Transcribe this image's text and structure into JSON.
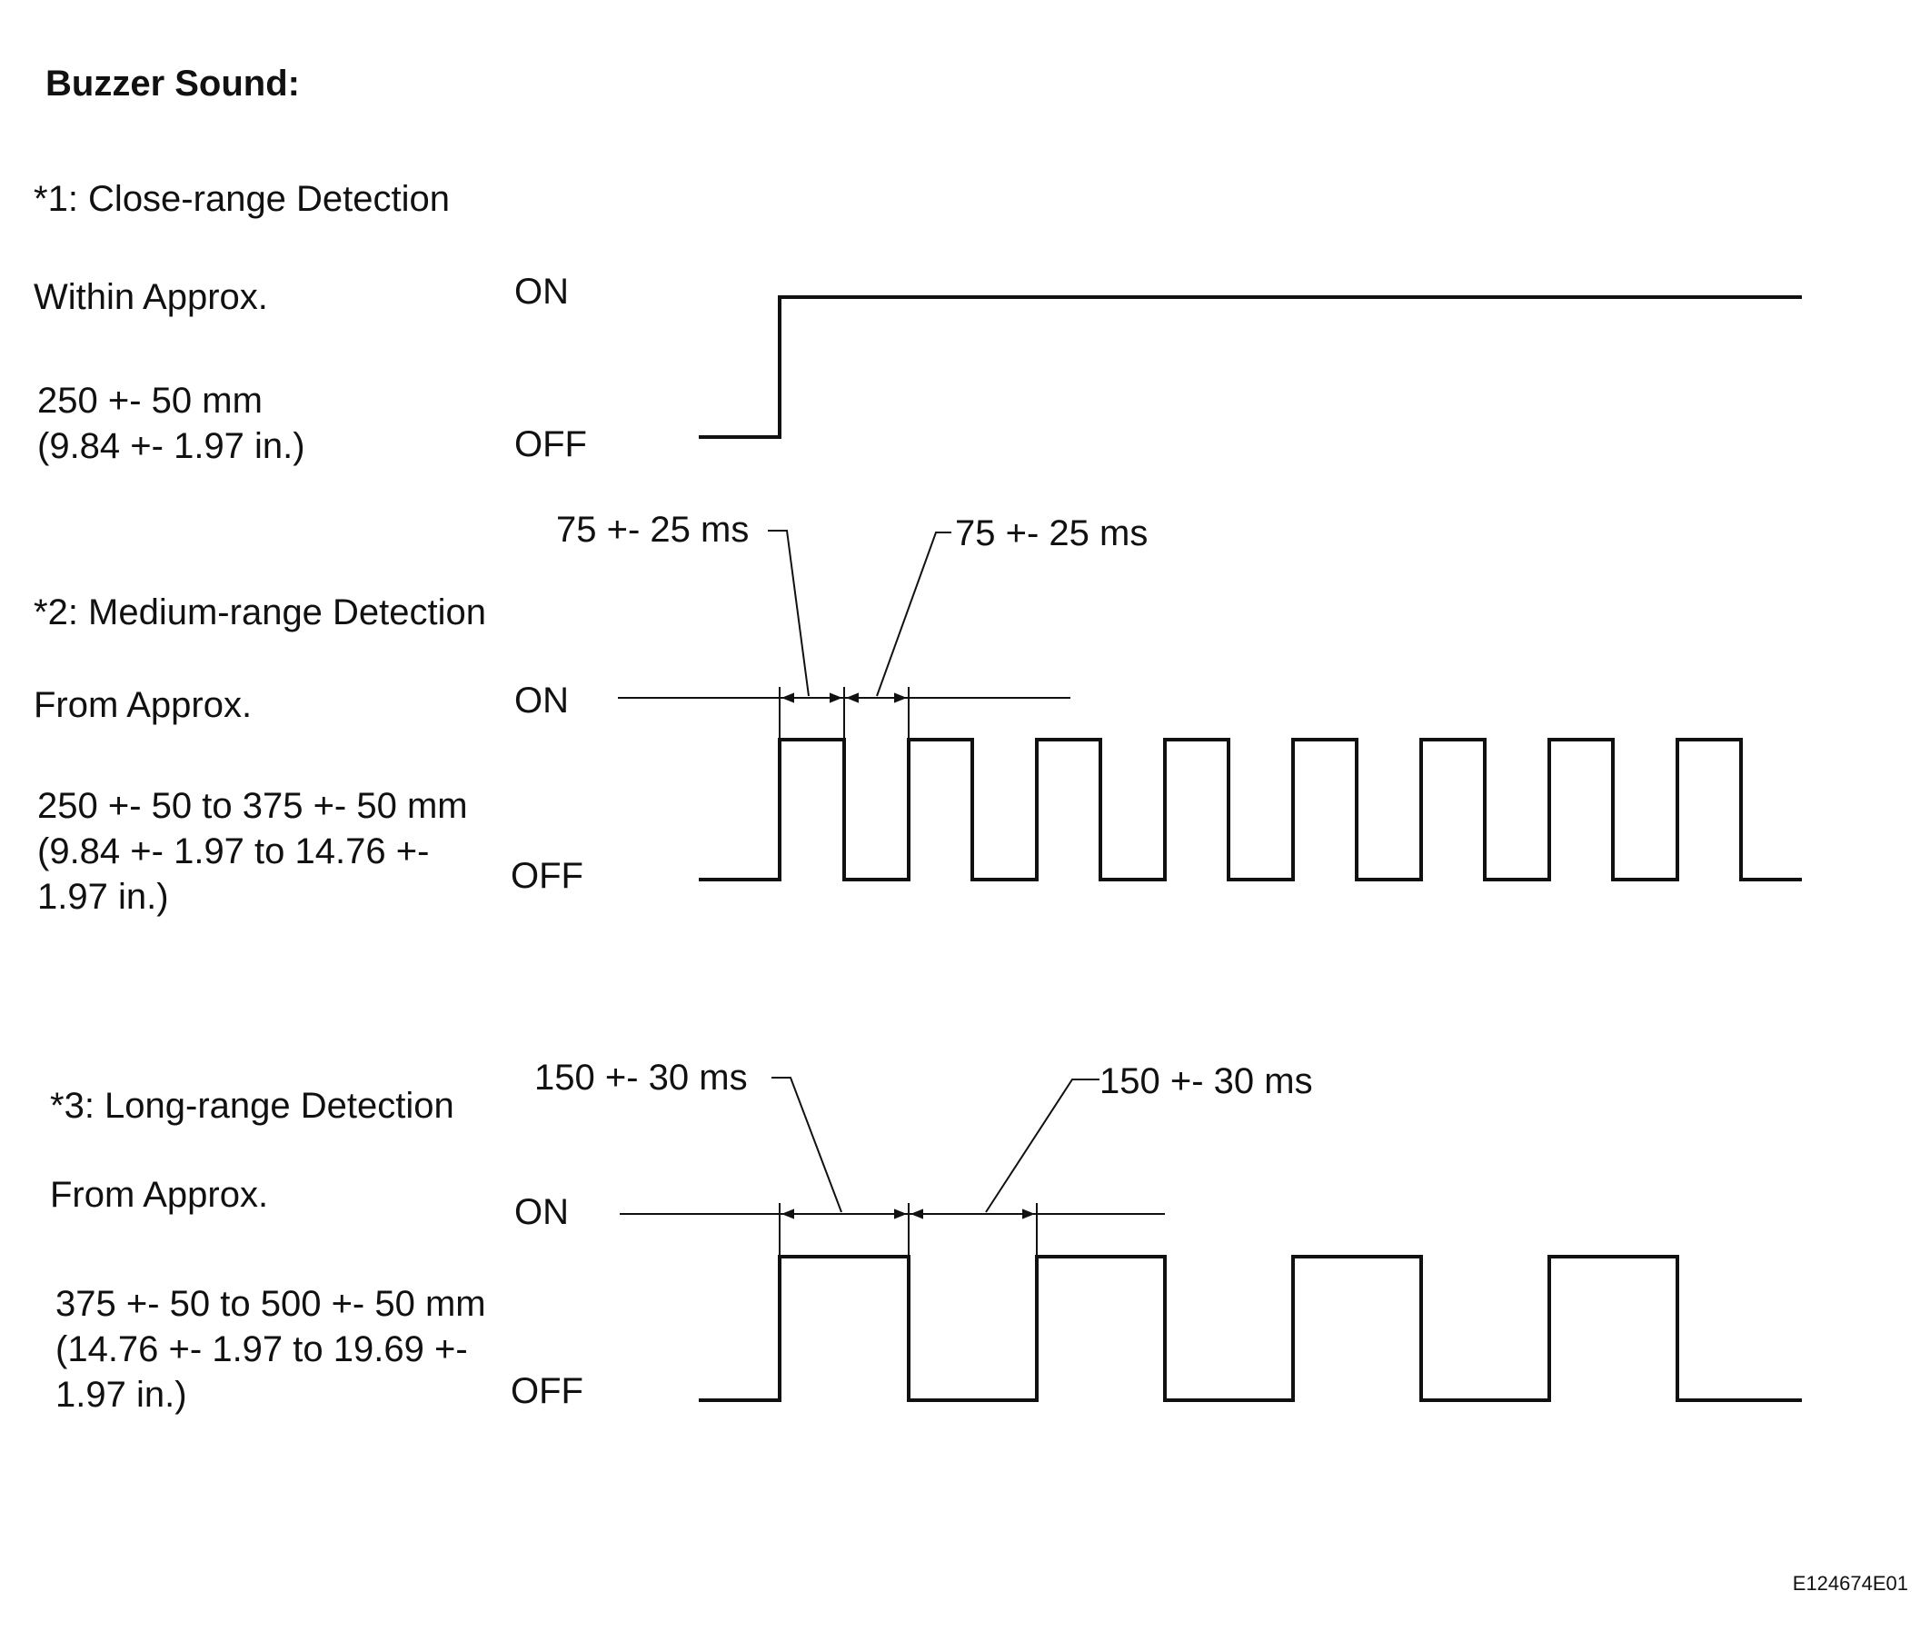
{
  "title": "Buzzer Sound:",
  "figure_code": "E124674E01",
  "sections": [
    {
      "heading": "*1: Close-range Detection",
      "condition_line1": "Within Approx.",
      "condition_lines": [
        "250 +- 50 mm",
        "(9.84 +- 1.97 in.)"
      ],
      "on_label": "ON",
      "off_label": "OFF",
      "signal": "continuous",
      "timings": []
    },
    {
      "heading": "*2: Medium-range Detection",
      "condition_line1": "From Approx.",
      "condition_lines": [
        "250 +- 50 to 375 +- 50 mm",
        "(9.84 +- 1.97 to 14.76 +-",
        "1.97 in.)"
      ],
      "on_label": "ON",
      "off_label": "OFF",
      "signal": "pulse",
      "pulse_count": 8,
      "timings": [
        {
          "label": "75 +- 25 ms",
          "refers_to": "on-time"
        },
        {
          "label": "75 +- 25 ms",
          "refers_to": "off-time"
        }
      ]
    },
    {
      "heading": "*3: Long-range Detection",
      "condition_line1": "From Approx.",
      "condition_lines": [
        "375 +- 50 to 500 +- 50 mm",
        "(14.76 +- 1.97 to 19.69 +-",
        "1.97 in.)"
      ],
      "on_label": "ON",
      "off_label": "OFF",
      "signal": "pulse",
      "pulse_count": 4,
      "timings": [
        {
          "label": "150 +- 30 ms",
          "refers_to": "on-time"
        },
        {
          "label": "150 +- 30 ms",
          "refers_to": "off-time"
        }
      ]
    }
  ]
}
